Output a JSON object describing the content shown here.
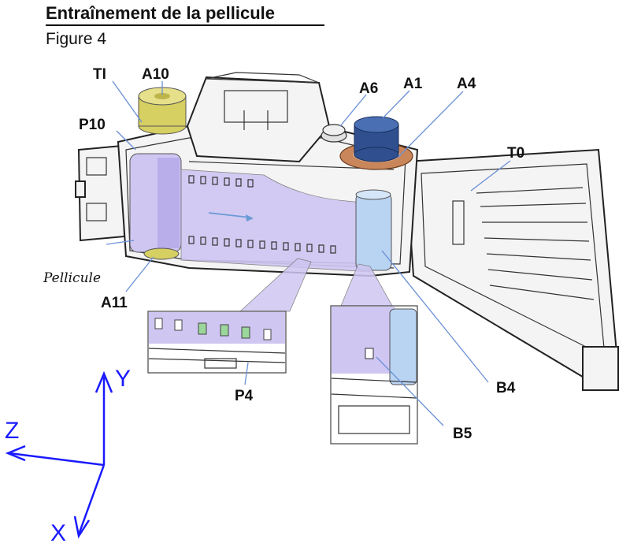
{
  "header": {
    "title": "Entraînement de la pellicule",
    "subtitle": "Figure 4"
  },
  "labels": {
    "TI": "TI",
    "A10": "A10",
    "A6": "A6",
    "A1": "A1",
    "A4": "A4",
    "P10": "P10",
    "T0": "T0",
    "pellicule": "Pellicule",
    "A11": "A11",
    "P4": "P4",
    "B4": "B4",
    "B5": "B5"
  },
  "axes": {
    "y": "Y",
    "z": "Z",
    "x": "X",
    "color": "#1a1aff"
  },
  "colors": {
    "film": "#cfc6f2",
    "spool_yellow": "#d6cf62",
    "knob_blue": "#2f4f8f",
    "ring_copper": "#c8865a",
    "spool_light_blue": "#b9d3f2",
    "leader": "#6a8fd6"
  }
}
